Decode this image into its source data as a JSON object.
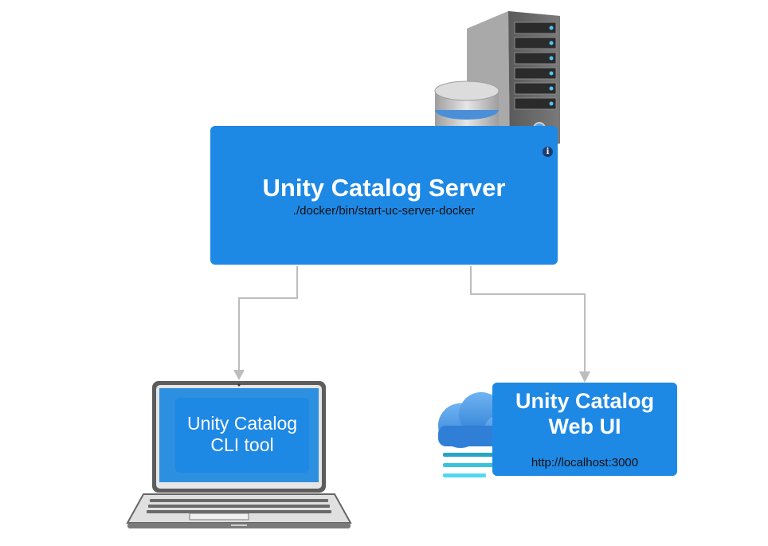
{
  "server": {
    "title": "Unity Catalog Server",
    "command": "./docker/bin/start-uc-server-docker",
    "info_badge": "i"
  },
  "cli": {
    "label_line1": "Unity Catalog",
    "label_line2": "CLI tool"
  },
  "web_ui": {
    "title_line1": "Unity Catalog",
    "title_line2": "Web UI",
    "url": "http://localhost:3000"
  },
  "icons": [
    "server-tower-icon",
    "database-icon",
    "laptop-icon",
    "cloud-icon",
    "info-icon"
  ],
  "colors": {
    "box_blue": "#1e88e5",
    "connector_gray": "#bdbdbd",
    "cloud_blue": "#4a90e2",
    "wind_teal": "#26a5c4"
  }
}
